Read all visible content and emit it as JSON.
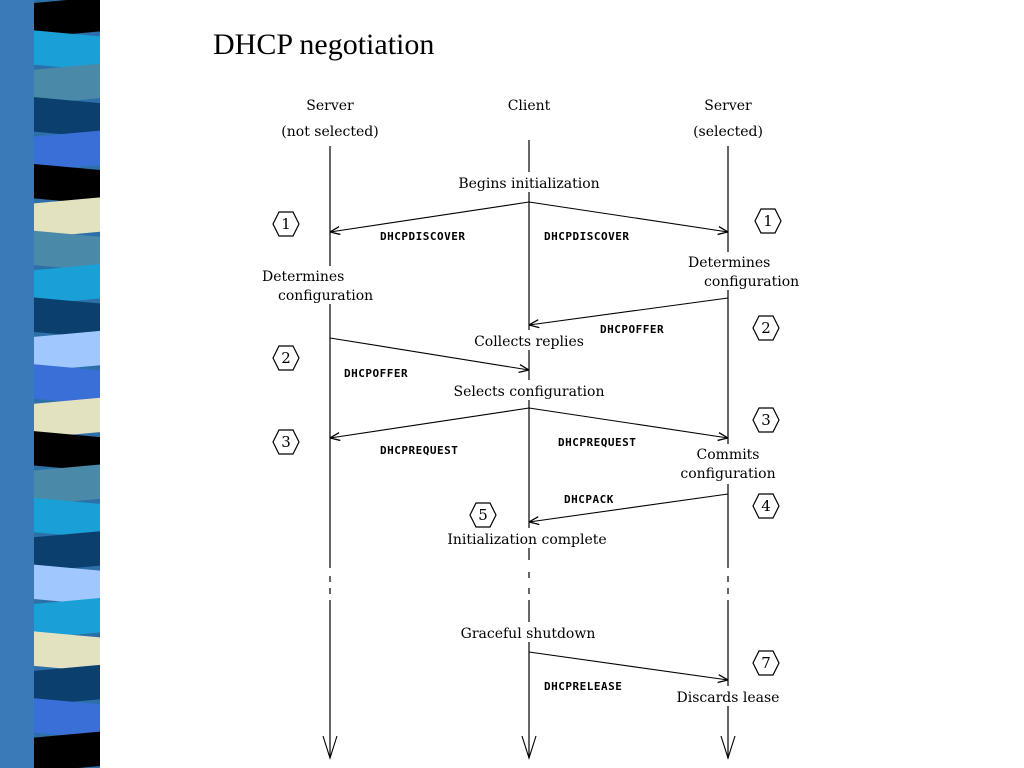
{
  "slide": {
    "title": "DHCP negotiation"
  },
  "stripes": {
    "colors": [
      "#000000",
      "#1a9fd6",
      "#4a8aa8",
      "#0a3f6e",
      "#3a6fd8",
      "#000000",
      "#e2e2c0",
      "#4a8aa8",
      "#1a9fd6",
      "#0a3f6e",
      "#a0c8ff",
      "#3a6fd8",
      "#e2e2c0",
      "#000000",
      "#4a8aa8",
      "#1a9fd6",
      "#0a3f6e",
      "#a0c8ff",
      "#1a9fd6",
      "#e2e2c0",
      "#0a3f6e",
      "#3a6fd8",
      "#000000"
    ]
  },
  "diagram": {
    "participants": {
      "left": [
        "Server",
        "(not selected)"
      ],
      "center": "Client",
      "right": [
        "Server",
        "(selected)"
      ]
    },
    "events": {
      "begins_init": "Begins initialization",
      "determines_left": [
        "Determines",
        "configuration"
      ],
      "determines_right": [
        "Determines",
        "configuration"
      ],
      "collects": "Collects replies",
      "selects": "Selects configuration",
      "commits": [
        "Commits",
        "configuration"
      ],
      "init_complete": "Initialization complete",
      "graceful": "Graceful shutdown",
      "discards": "Discards lease"
    },
    "messages": {
      "discover_left": "DHCPDISCOVER",
      "discover_right": "DHCPDISCOVER",
      "offer_right": "DHCPOFFER",
      "offer_left": "DHCPOFFER",
      "request_left": "DHCPREQUEST",
      "request_right": "DHCPREQUEST",
      "ack": "DHCPACK",
      "release": "DHCPRELEASE"
    },
    "steps": {
      "s1_left": "1",
      "s1_right": "1",
      "s2_right": "2",
      "s2_left": "2",
      "s3_left": "3",
      "s3_right": "3",
      "s4": "4",
      "s5": "5",
      "s7": "7"
    }
  }
}
